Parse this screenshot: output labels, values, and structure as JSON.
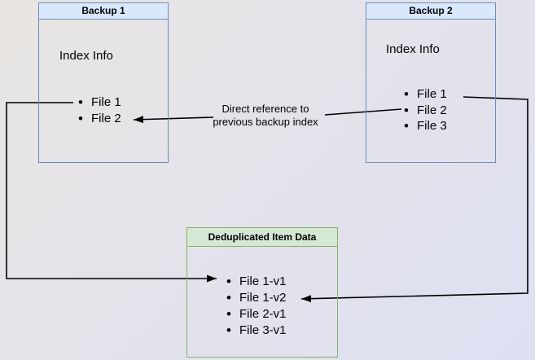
{
  "boxes": {
    "backup1": {
      "title": "Backup 1",
      "subtitle": "Index Info",
      "items": [
        "File 1",
        "File 2"
      ]
    },
    "backup2": {
      "title": "Backup 2",
      "subtitle": "Index Info",
      "items": [
        "File 1",
        "File 2",
        "File 3"
      ]
    },
    "dedup": {
      "title": "Deduplicated Item Data",
      "items": [
        "File 1-v1",
        "File 1-v2",
        "File 2-v1",
        "File 3-v1"
      ]
    }
  },
  "annotation": {
    "line1": "Direct reference to",
    "line2": "previous backup index"
  },
  "colors": {
    "blue_box_fill": "#dae8fc",
    "blue_box_border": "#6c8ebf",
    "green_box_fill": "#d5e8d4",
    "green_box_border": "#82b366",
    "connector": "#000000"
  }
}
